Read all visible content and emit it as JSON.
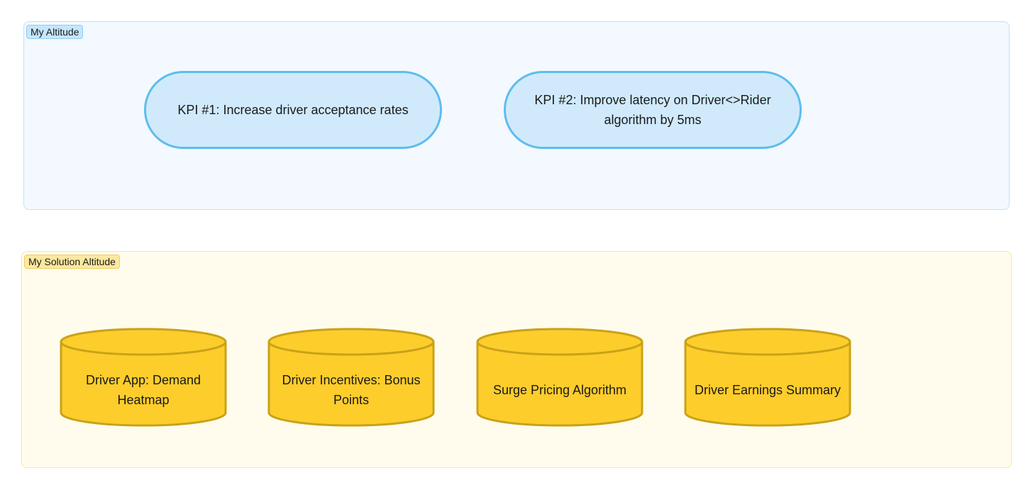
{
  "sections": {
    "altitude": {
      "label": "My Altitude",
      "kpis": [
        "KPI #1: Increase driver acceptance rates",
        "KPI #2: Improve latency on Driver<>Rider algorithm by 5ms"
      ]
    },
    "solution": {
      "label": "My Solution Altitude",
      "items": [
        "Driver App: Demand Heatmap",
        "Driver Incentives: Bonus Points",
        "Surge Pricing Algorithm",
        "Driver Earnings Summary"
      ]
    }
  },
  "colors": {
    "altitude_fill": "#f3f9fe",
    "kpi_fill": "#d0eafc",
    "kpi_border": "#5dbdee",
    "solution_fill": "#fffcee",
    "cylinder_fill": "#fdcd2c",
    "cylinder_border": "#c9a217"
  },
  "shapes": {
    "kpi": "rounded-pill",
    "solution_item": "cylinder"
  }
}
